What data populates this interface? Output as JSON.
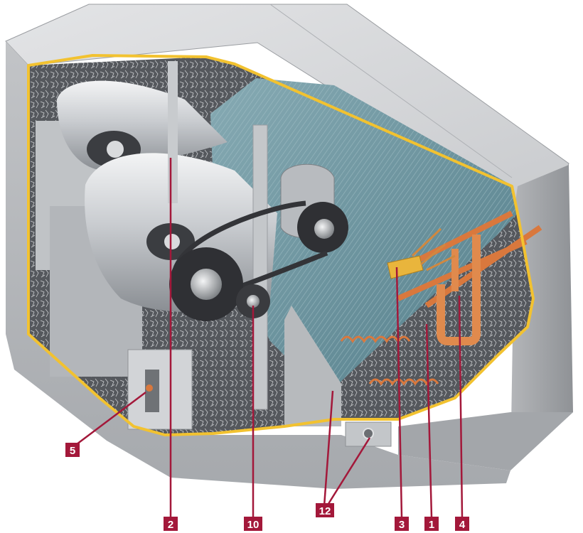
{
  "diagram": {
    "colors": {
      "callout": "#a3183a",
      "badge_text": "#ffffff",
      "cutaway_edge": "#f2c230",
      "cabinet_light": "#d7d8da",
      "cabinet_mid": "#b9bbbe",
      "cabinet_dark": "#8d9094",
      "coil": "#6e9aa6",
      "copper": "#d9783d",
      "insulation": "#5b5e63",
      "fan_housing": "#cfd2d5",
      "belt": "#333438"
    },
    "icons": [
      "blower-wheel",
      "coil-fin-pack",
      "drive-belt",
      "motor",
      "expansion-valve",
      "copper-header",
      "drain-connection"
    ],
    "callouts": [
      {
        "id": "5",
        "label": "5"
      },
      {
        "id": "2",
        "label": "2"
      },
      {
        "id": "10",
        "label": "10"
      },
      {
        "id": "12",
        "label": "12"
      },
      {
        "id": "3",
        "label": "3"
      },
      {
        "id": "1",
        "label": "1"
      },
      {
        "id": "4",
        "label": "4"
      }
    ]
  }
}
